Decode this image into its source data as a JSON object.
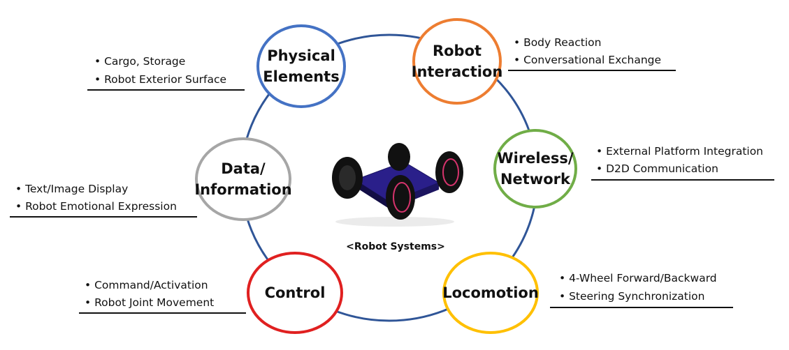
{
  "center": {
    "caption": "<Robot Systems>",
    "image": "robot-platform-icon"
  },
  "nodes": [
    {
      "id": "physical",
      "lines": [
        "Physical",
        "Elements"
      ],
      "color": "#4472C4",
      "bullets": [
        "• Cargo, Storage",
        "• Robot Exterior Surface"
      ]
    },
    {
      "id": "interaction",
      "lines": [
        "Robot",
        "Interaction"
      ],
      "color": "#ED7D31",
      "bullets": [
        "• Body Reaction",
        "• Conversational Exchange"
      ]
    },
    {
      "id": "wireless",
      "lines": [
        "Wireless/",
        "Network"
      ],
      "color": "#70AD47",
      "bullets": [
        "• External Platform Integration",
        "• D2D Communication"
      ]
    },
    {
      "id": "locomotion",
      "lines": [
        "Locomotion"
      ],
      "color": "#FFC000",
      "bullets": [
        "• 4-Wheel Forward/Backward",
        "• Steering Synchronization"
      ]
    },
    {
      "id": "control",
      "lines": [
        "Control"
      ],
      "color": "#E02020",
      "bullets": [
        "• Command/Activation",
        "• Robot Joint Movement"
      ]
    },
    {
      "id": "data",
      "lines": [
        "Data/",
        "Information"
      ],
      "color": "#A6A6A6",
      "bullets": [
        "• Text/Image Display",
        "• Robot Emotional Expression"
      ]
    }
  ],
  "ring_color": "#2F5597"
}
